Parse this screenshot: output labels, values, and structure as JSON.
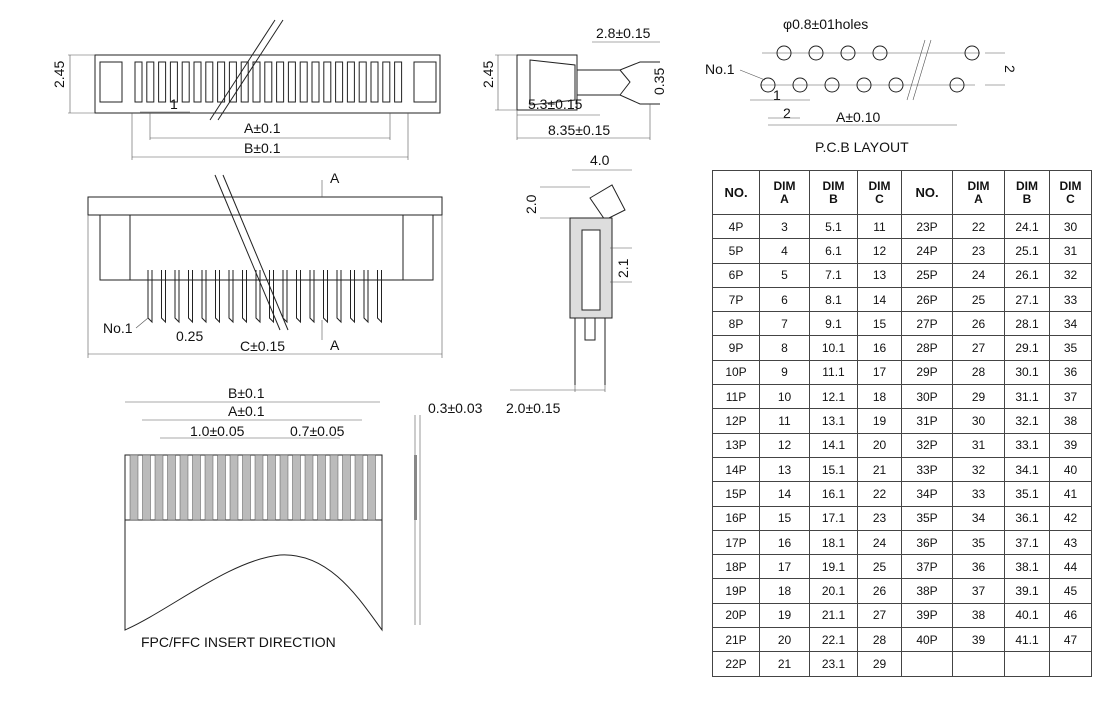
{
  "top_view": {
    "height_label": "2.45",
    "pitch_label": "1",
    "a_label": "A±0.1",
    "b_label": "B±0.1"
  },
  "side_view": {
    "width_label": "2.8±0.15",
    "thick_label": "0.35",
    "height_label": "2.45",
    "dim1_label": "5.3±0.15",
    "dim2_label": "8.35±0.15"
  },
  "front_view": {
    "section_top": "A",
    "section_bottom": "A",
    "no1_label": "No.1",
    "pin_width_label": "0.25",
    "c_label": "C±0.15"
  },
  "section_view": {
    "width_label": "4.0",
    "height_label": "2.0",
    "contact_label": "2.1",
    "tail_label": "2.0±0.15"
  },
  "fpc": {
    "b_label": "B±0.1",
    "a_label": "A±0.1",
    "pitch_label": "1.0±0.05",
    "width_label": "0.7±0.05",
    "thickness_label": "0.3±0.03",
    "caption": "FPC/FFC INSERT DIRECTION"
  },
  "pcb": {
    "hole_label": "φ0.8±01holes",
    "no1_label": "No.1",
    "offset_label": "1",
    "pitch_label": "2",
    "row_label": "2",
    "a_label": "A±0.10",
    "caption": "P.C.B LAYOUT"
  },
  "table": {
    "headers": [
      "NO.",
      "DIM\nA",
      "DIM\nB",
      "DIM\nC",
      "NO.",
      "DIM\nA",
      "DIM\nB",
      "DIM\nC"
    ],
    "left_rows": [
      [
        "4P",
        "3",
        "5.1",
        "11"
      ],
      [
        "5P",
        "4",
        "6.1",
        "12"
      ],
      [
        "6P",
        "5",
        "7.1",
        "13"
      ],
      [
        "7P",
        "6",
        "8.1",
        "14"
      ],
      [
        "8P",
        "7",
        "9.1",
        "15"
      ],
      [
        "9P",
        "8",
        "10.1",
        "16"
      ],
      [
        "10P",
        "9",
        "11.1",
        "17"
      ],
      [
        "11P",
        "10",
        "12.1",
        "18"
      ],
      [
        "12P",
        "11",
        "13.1",
        "19"
      ],
      [
        "13P",
        "12",
        "14.1",
        "20"
      ],
      [
        "14P",
        "13",
        "15.1",
        "21"
      ],
      [
        "15P",
        "14",
        "16.1",
        "22"
      ],
      [
        "16P",
        "15",
        "17.1",
        "23"
      ],
      [
        "17P",
        "16",
        "18.1",
        "24"
      ],
      [
        "18P",
        "17",
        "19.1",
        "25"
      ],
      [
        "19P",
        "18",
        "20.1",
        "26"
      ],
      [
        "20P",
        "19",
        "21.1",
        "27"
      ],
      [
        "21P",
        "20",
        "22.1",
        "28"
      ],
      [
        "22P",
        "21",
        "23.1",
        "29"
      ]
    ],
    "right_rows": [
      [
        "23P",
        "22",
        "24.1",
        "30"
      ],
      [
        "24P",
        "23",
        "25.1",
        "31"
      ],
      [
        "25P",
        "24",
        "26.1",
        "32"
      ],
      [
        "26P",
        "25",
        "27.1",
        "33"
      ],
      [
        "27P",
        "26",
        "28.1",
        "34"
      ],
      [
        "28P",
        "27",
        "29.1",
        "35"
      ],
      [
        "29P",
        "28",
        "30.1",
        "36"
      ],
      [
        "30P",
        "29",
        "31.1",
        "37"
      ],
      [
        "31P",
        "30",
        "32.1",
        "38"
      ],
      [
        "32P",
        "31",
        "33.1",
        "39"
      ],
      [
        "33P",
        "32",
        "34.1",
        "40"
      ],
      [
        "34P",
        "33",
        "35.1",
        "41"
      ],
      [
        "35P",
        "34",
        "36.1",
        "42"
      ],
      [
        "36P",
        "35",
        "37.1",
        "43"
      ],
      [
        "37P",
        "36",
        "38.1",
        "44"
      ],
      [
        "38P",
        "37",
        "39.1",
        "45"
      ],
      [
        "39P",
        "38",
        "40.1",
        "46"
      ],
      [
        "40P",
        "39",
        "41.1",
        "47"
      ]
    ]
  }
}
